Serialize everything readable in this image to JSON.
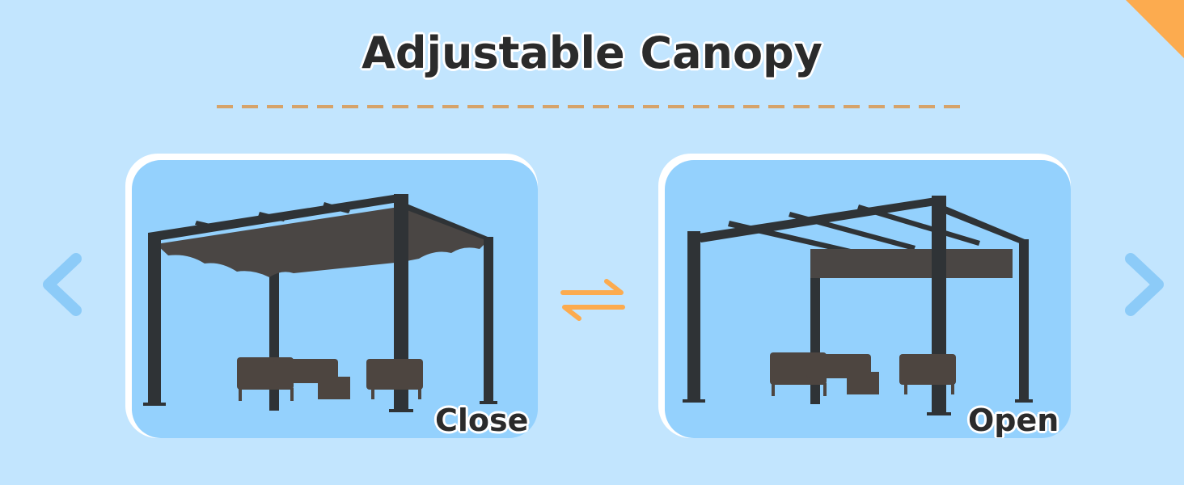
{
  "title": "Adjustable Canopy",
  "panels": [
    {
      "label": "Close",
      "state": "closed"
    },
    {
      "label": "Open",
      "state": "open"
    }
  ],
  "icons": {
    "prev": "chevron-left-icon",
    "next": "chevron-right-icon",
    "swap": "swap-arrows-icon"
  },
  "colors": {
    "background": "#c2e5fe",
    "panel": "#94d1fd",
    "accent": "#fcab4f",
    "frame": "#2f3336",
    "canopy": "#4a4644"
  }
}
